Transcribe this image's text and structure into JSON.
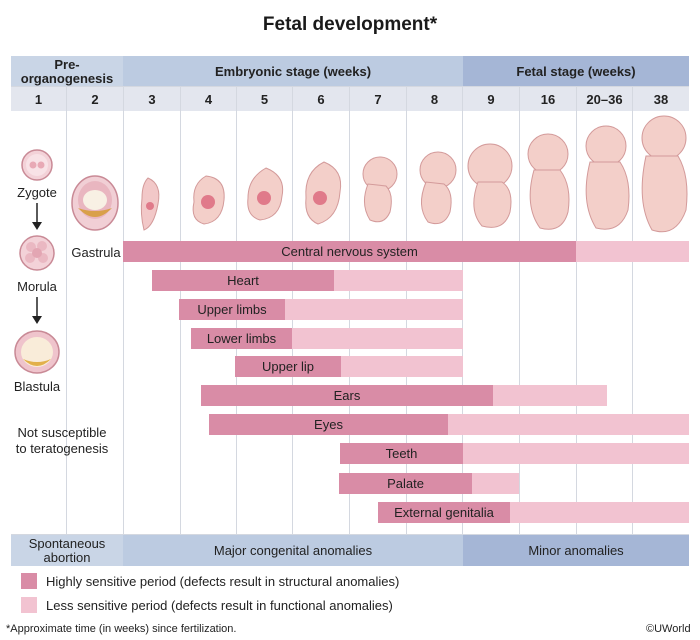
{
  "title": "Fetal development*",
  "headers": {
    "pre": "Pre-\norganogenesis",
    "embryonic": "Embryonic stage (weeks)",
    "fetal": "Fetal stage (weeks)"
  },
  "weeks": [
    "1",
    "2",
    "3",
    "4",
    "5",
    "6",
    "7",
    "8",
    "9",
    "16",
    "20–36",
    "38"
  ],
  "stage_labels": {
    "zygote": "Zygote",
    "morula": "Morula",
    "blastula": "Blastula",
    "gastrula": "Gastrula",
    "not_susceptible": "Not susceptible to teratogenesis"
  },
  "systems": [
    {
      "label": "Central nervous system",
      "level": "highly sensitive then less sensitive"
    },
    {
      "label": "Heart"
    },
    {
      "label": "Upper limbs"
    },
    {
      "label": "Lower limbs"
    },
    {
      "label": "Upper lip"
    },
    {
      "label": "Ears"
    },
    {
      "label": "Eyes"
    },
    {
      "label": "Teeth"
    },
    {
      "label": "Palate"
    },
    {
      "label": "External genitalia"
    }
  ],
  "footer": {
    "pre": "Spontaneous\nabortion",
    "embryonic": "Major congenital anomalies",
    "fetal": "Minor anomalies"
  },
  "legend": {
    "high": "Highly sensitive period (defects result in structural anomalies)",
    "low": "Less sensitive period (defects result in functional anomalies)"
  },
  "footnote": "*Approximate time (in weeks) since fertilization.",
  "credit": "©UWorld",
  "colors": {
    "high": "#d98ca6",
    "low": "#f2c3d1",
    "pre_header": "#c9d5e6",
    "embryonic_header": "#bccbe1",
    "fetal_header": "#a5b6d6",
    "week_row": "#e3e6ee"
  }
}
